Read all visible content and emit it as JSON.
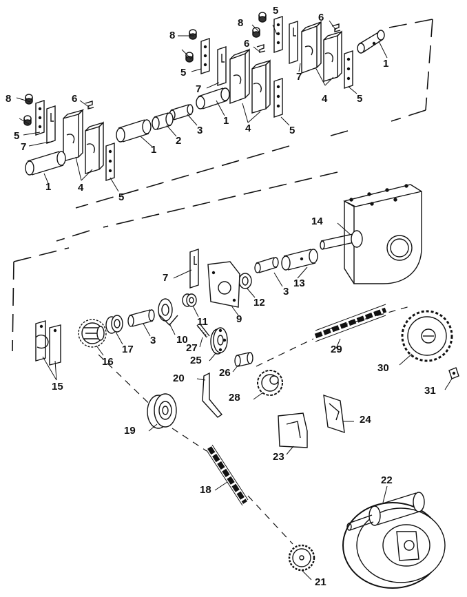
{
  "colors": {
    "ink": "#111111",
    "paper": "#ffffff",
    "shade": "#d9d9d9"
  },
  "callouts": [
    {
      "part": "1",
      "text": "1"
    },
    {
      "part": "1",
      "text": "1"
    },
    {
      "part": "1",
      "text": "1"
    },
    {
      "part": "1",
      "text": "1"
    },
    {
      "part": "2",
      "text": "2"
    },
    {
      "part": "3",
      "text": "3"
    },
    {
      "part": "3",
      "text": "3"
    },
    {
      "part": "3",
      "text": "3"
    },
    {
      "part": "4",
      "text": "4"
    },
    {
      "part": "4",
      "text": "4"
    },
    {
      "part": "4",
      "text": "4"
    },
    {
      "part": "5",
      "text": "5"
    },
    {
      "part": "5",
      "text": "5"
    },
    {
      "part": "5",
      "text": "5"
    },
    {
      "part": "5",
      "text": "5"
    },
    {
      "part": "5",
      "text": "5"
    },
    {
      "part": "5",
      "text": "5"
    },
    {
      "part": "6",
      "text": "6"
    },
    {
      "part": "6",
      "text": "6"
    },
    {
      "part": "6",
      "text": "6"
    },
    {
      "part": "7",
      "text": "7"
    },
    {
      "part": "7",
      "text": "7"
    },
    {
      "part": "7",
      "text": "7"
    },
    {
      "part": "7",
      "text": "7"
    },
    {
      "part": "8",
      "text": "8"
    },
    {
      "part": "8",
      "text": "8"
    },
    {
      "part": "8",
      "text": "8"
    },
    {
      "part": "9",
      "text": "9"
    },
    {
      "part": "10",
      "text": "10"
    },
    {
      "part": "11",
      "text": "11"
    },
    {
      "part": "12",
      "text": "12"
    },
    {
      "part": "13",
      "text": "13"
    },
    {
      "part": "14",
      "text": "14"
    },
    {
      "part": "15",
      "text": "15"
    },
    {
      "part": "16",
      "text": "16"
    },
    {
      "part": "17",
      "text": "17"
    },
    {
      "part": "18",
      "text": "18"
    },
    {
      "part": "19",
      "text": "19"
    },
    {
      "part": "20",
      "text": "20"
    },
    {
      "part": "21",
      "text": "21"
    },
    {
      "part": "22",
      "text": "22"
    },
    {
      "part": "23",
      "text": "23"
    },
    {
      "part": "24",
      "text": "24"
    },
    {
      "part": "25",
      "text": "25"
    },
    {
      "part": "26",
      "text": "26"
    },
    {
      "part": "27",
      "text": "27"
    },
    {
      "part": "28",
      "text": "28"
    },
    {
      "part": "29",
      "text": "29"
    },
    {
      "part": "30",
      "text": "30"
    },
    {
      "part": "31",
      "text": "31"
    }
  ]
}
